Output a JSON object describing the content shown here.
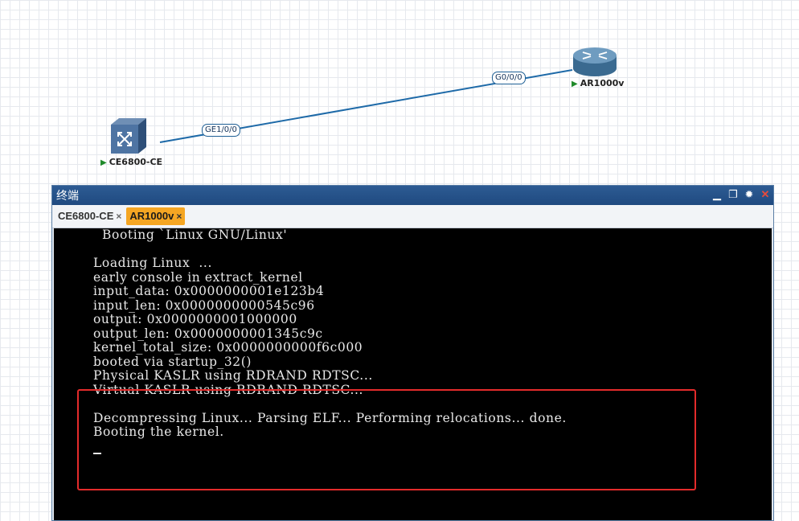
{
  "topology": {
    "devices": [
      {
        "label": "CE6800-CE",
        "icon": "switch-icon"
      },
      {
        "label": "AR1000v",
        "icon": "router-icon"
      }
    ],
    "ports": [
      "GE1/0/0",
      "G0/0/0"
    ],
    "link_color": "#1e6aa8"
  },
  "terminal": {
    "title": "终端",
    "controls": [
      "minimize-icon",
      "restore-icon",
      "settings-icon",
      "close-icon"
    ],
    "tabs": [
      {
        "label": "CE6800-CE",
        "close": "×",
        "active": false
      },
      {
        "label": "AR1000v",
        "close": "×",
        "active": true
      }
    ],
    "active_tab_color": "#f5a623",
    "lines": [
      "  Booting `Linux GNU/Linux'",
      "",
      "Loading Linux  ...",
      "early console in extract_kernel",
      "input_data: 0x0000000001e123b4",
      "input_len: 0x0000000000545c96",
      "output: 0x0000000001000000",
      "output_len: 0x0000000001345c9c",
      "kernel_total_size: 0x0000000000f6c000",
      "booted via startup_32()",
      "Physical KASLR using RDRAND RDTSC...",
      "Virtual KASLR using RDRAND RDTSC...",
      "",
      "Decompressing Linux... Parsing ELF... Performing relocations... done.",
      "Booting the kernel."
    ]
  },
  "annotation": {
    "color": "#e32b2b"
  }
}
